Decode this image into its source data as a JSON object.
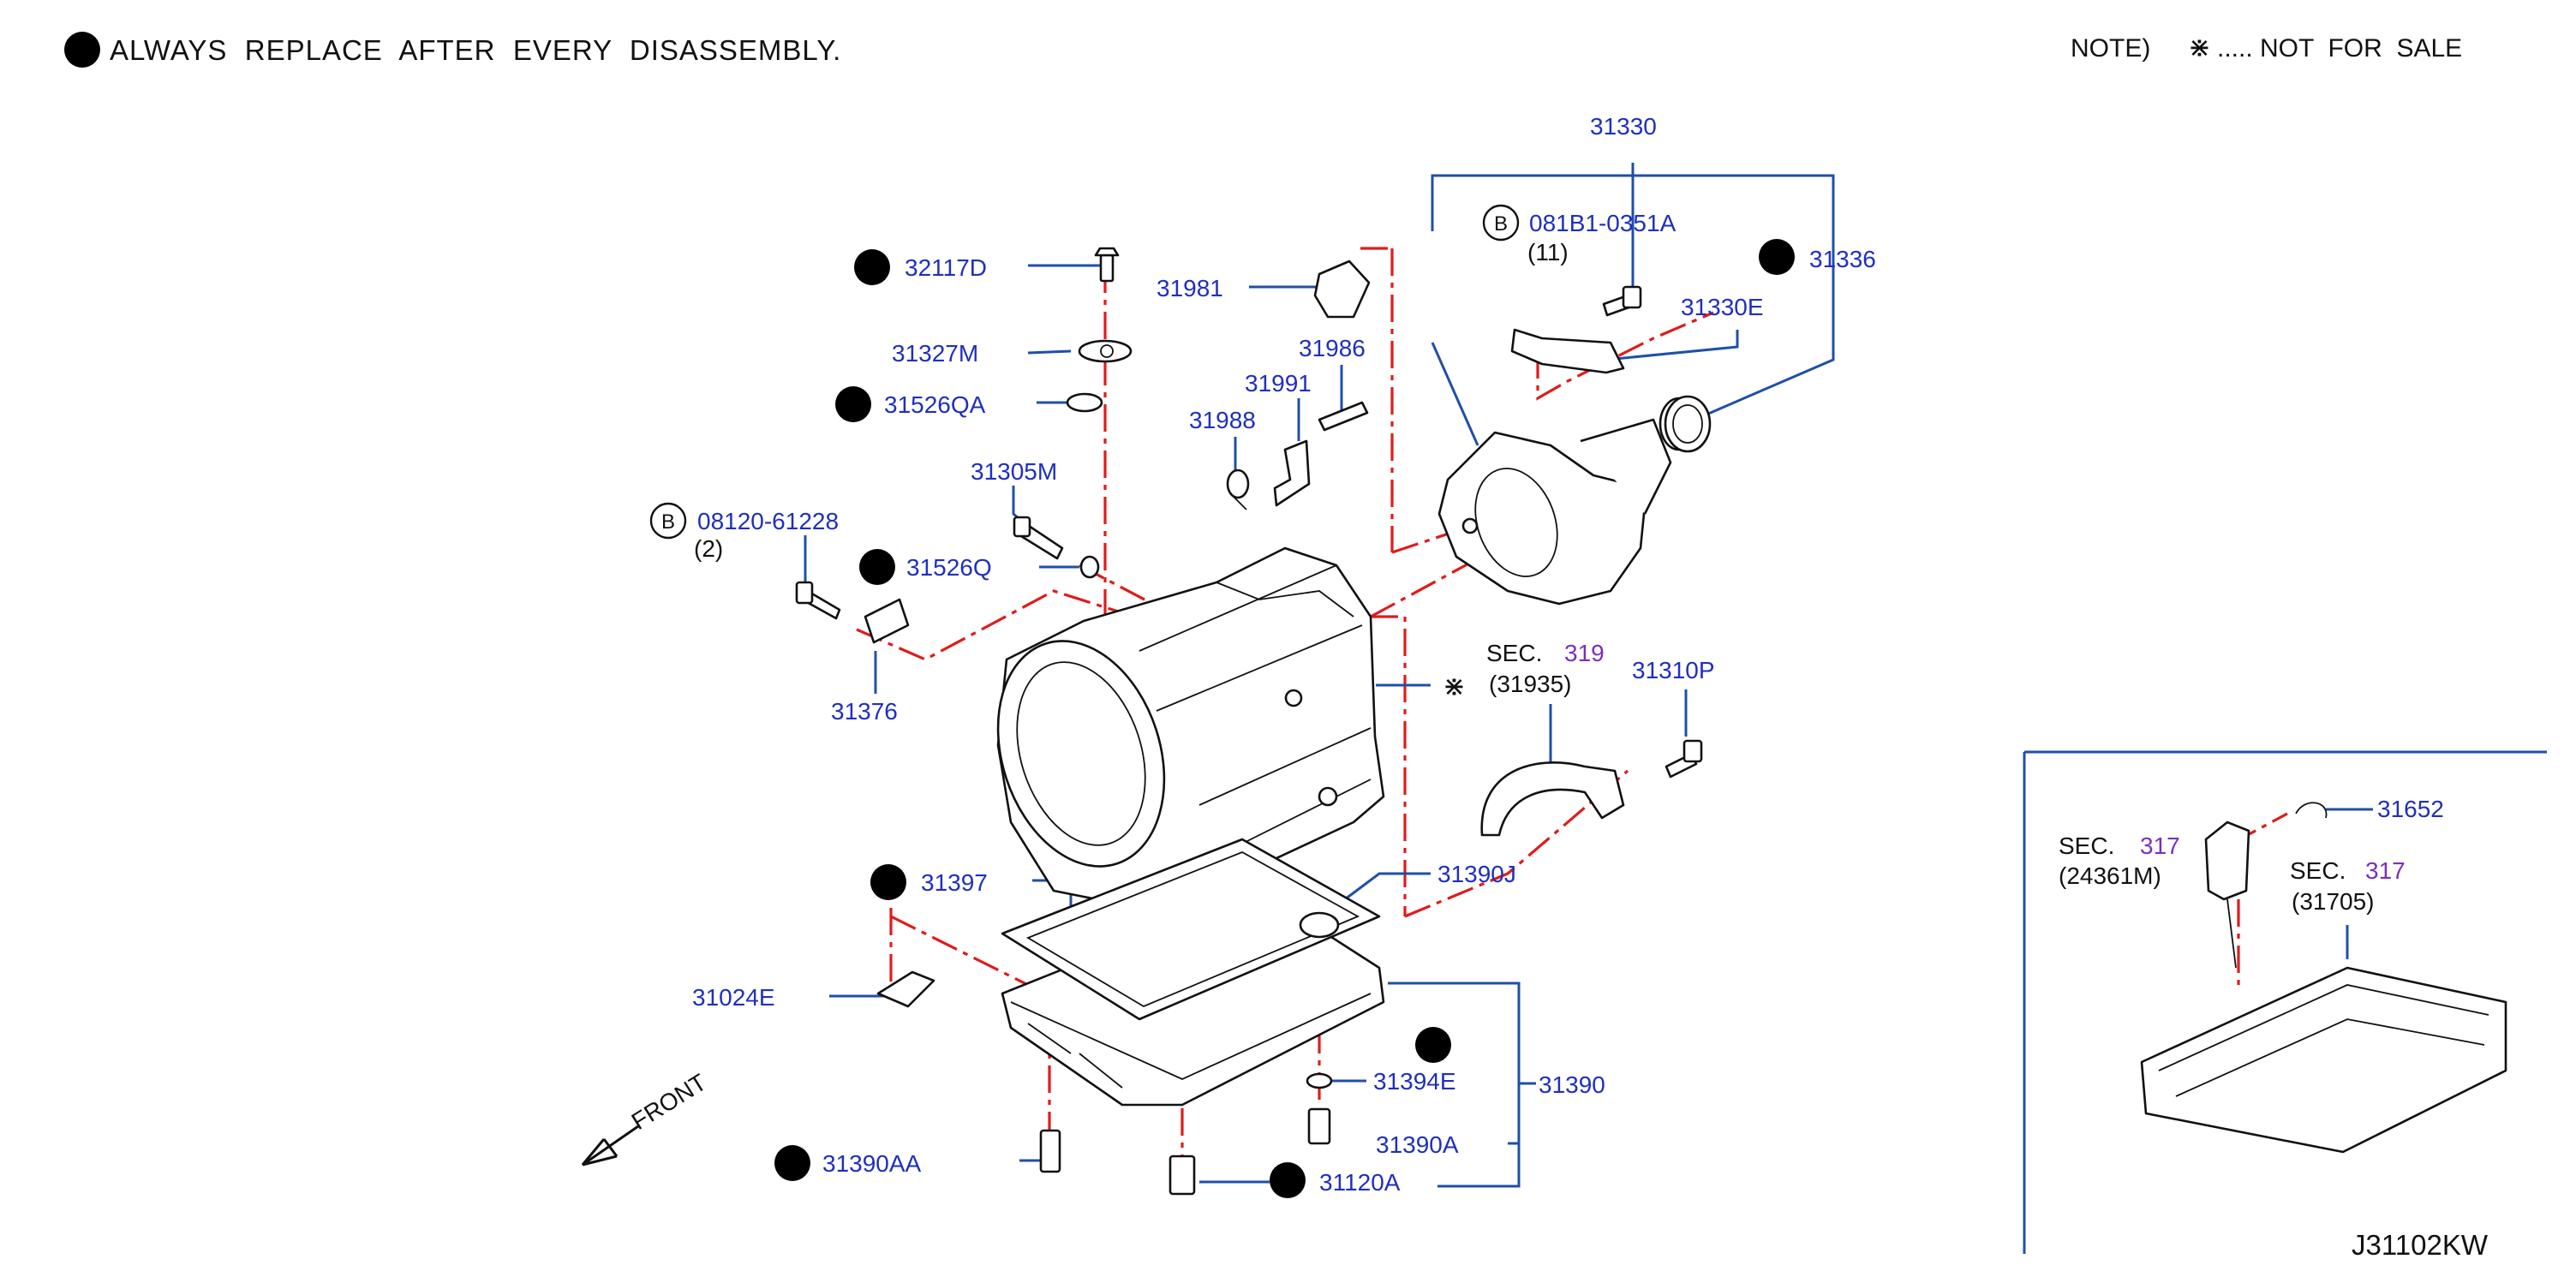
{
  "header": {
    "replace_note": "ALWAYS  REPLACE  AFTER  EVERY  DISASSEMBLY.",
    "sale_note_prefix": "NOTE)",
    "sale_note_symbol": "⋇",
    "sale_note_text": "..... NOT  FOR  SALE"
  },
  "diagram_code": "J31102KW",
  "front_label": "FRONT",
  "parts": {
    "p31330": "31330",
    "p081B1": "081B1-0351A",
    "p081B1_qty": "(11)",
    "p31336": "31336",
    "p31330E": "31330E",
    "p32117D": "32117D",
    "p31981": "31981",
    "p31327M": "31327M",
    "p31986": "31986",
    "p31526QA": "31526QA",
    "p31991": "31991",
    "p31988": "31988",
    "p31305M": "31305M",
    "p08120": "08120-61228",
    "p08120_qty": "(2)",
    "p31526Q": "31526Q",
    "p31376": "31376",
    "sec319_prefix": "SEC.",
    "sec319_num": "319",
    "sec319_sub": "(31935)",
    "p31310P": "31310P",
    "p31397": "31397",
    "p31390J": "31390J",
    "p31024E": "31024E",
    "p31390": "31390",
    "p31394E": "31394E",
    "p31390A": "31390A",
    "p31390AA": "31390AA",
    "p31120A": "31120A",
    "p31652": "31652",
    "sec317a_prefix": "SEC.",
    "sec317a_num": "317",
    "sec317a_sub": "(24361M)",
    "sec317b_prefix": "SEC.",
    "sec317b_num": "317",
    "sec317b_sub": "(31705)"
  },
  "colors": {
    "part_number": "#1f2fbf",
    "section_ref": "#7a2fbf",
    "leader_line": "#1f4fa8",
    "dash_line": "#e01b1b",
    "outline": "#111111"
  },
  "icons": {
    "replace": "x-circle-icon",
    "bolt_group": "b-circle-icon",
    "not_for_sale": "asterisk-icon",
    "front": "arrow-icon"
  }
}
